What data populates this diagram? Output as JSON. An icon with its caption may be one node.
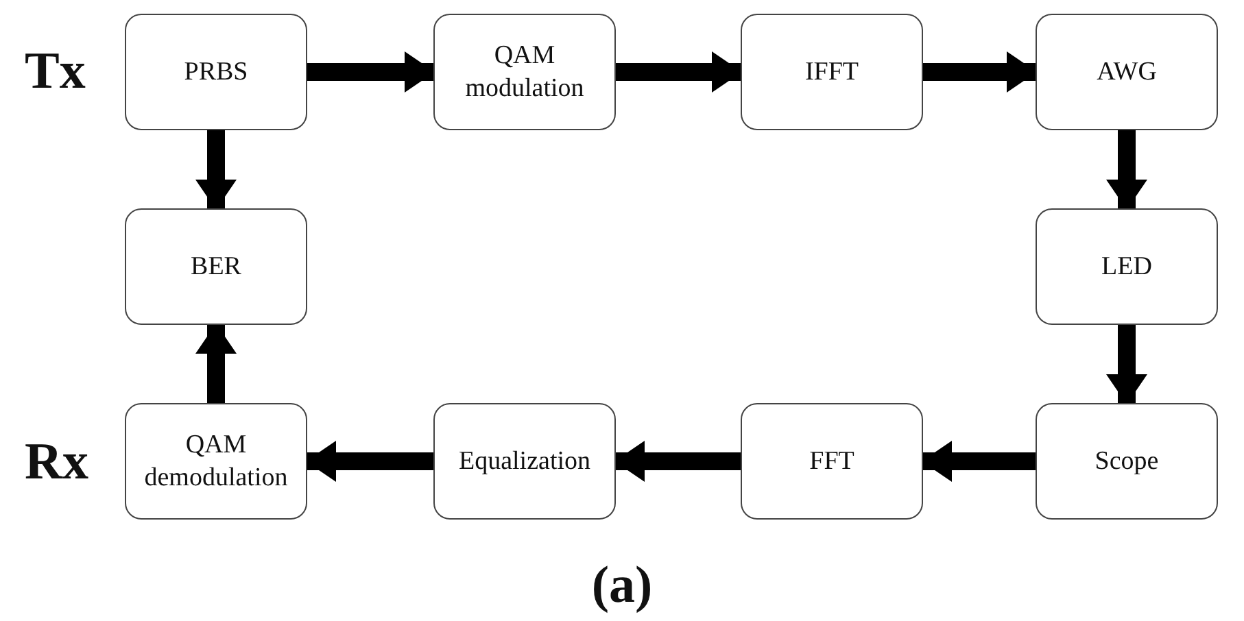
{
  "diagram": {
    "caption": "(a)",
    "nodes": [
      {
        "text": [
          "PRBS"
        ]
      },
      {
        "text": [
          "QAM modulation"
        ]
      },
      {
        "text": [
          "IFFT"
        ]
      },
      {
        "text": [
          "AWG"
        ]
      },
      {
        "text": [
          "BER"
        ]
      },
      {
        "text": [
          "LED"
        ]
      },
      {
        "text": [
          "QAM demodulation"
        ]
      },
      {
        "text": [
          "Equalization"
        ]
      },
      {
        "text": [
          "FFT"
        ]
      },
      {
        "text": [
          "Scope"
        ]
      }
    ],
    "edges": [
      {
        "from": 0,
        "to": 1,
        "arrow": "to"
      },
      {
        "from": 1,
        "to": 2,
        "arrow": "to"
      },
      {
        "from": 2,
        "to": 3,
        "arrow": "to"
      },
      {
        "from": 3,
        "to": 5,
        "arrow": "to"
      },
      {
        "from": 5,
        "to": 9,
        "arrow": "to"
      },
      {
        "from": 9,
        "to": 8,
        "arrow": "to"
      },
      {
        "from": 8,
        "to": 7,
        "arrow": "to"
      },
      {
        "from": 7,
        "to": 6,
        "arrow": "to"
      },
      {
        "from": 6,
        "to": 4,
        "arrow": "to"
      },
      {
        "from": 0,
        "to": 4,
        "arrow": "to"
      }
    ],
    "labels": [
      "Tx",
      "Rx"
    ]
  }
}
